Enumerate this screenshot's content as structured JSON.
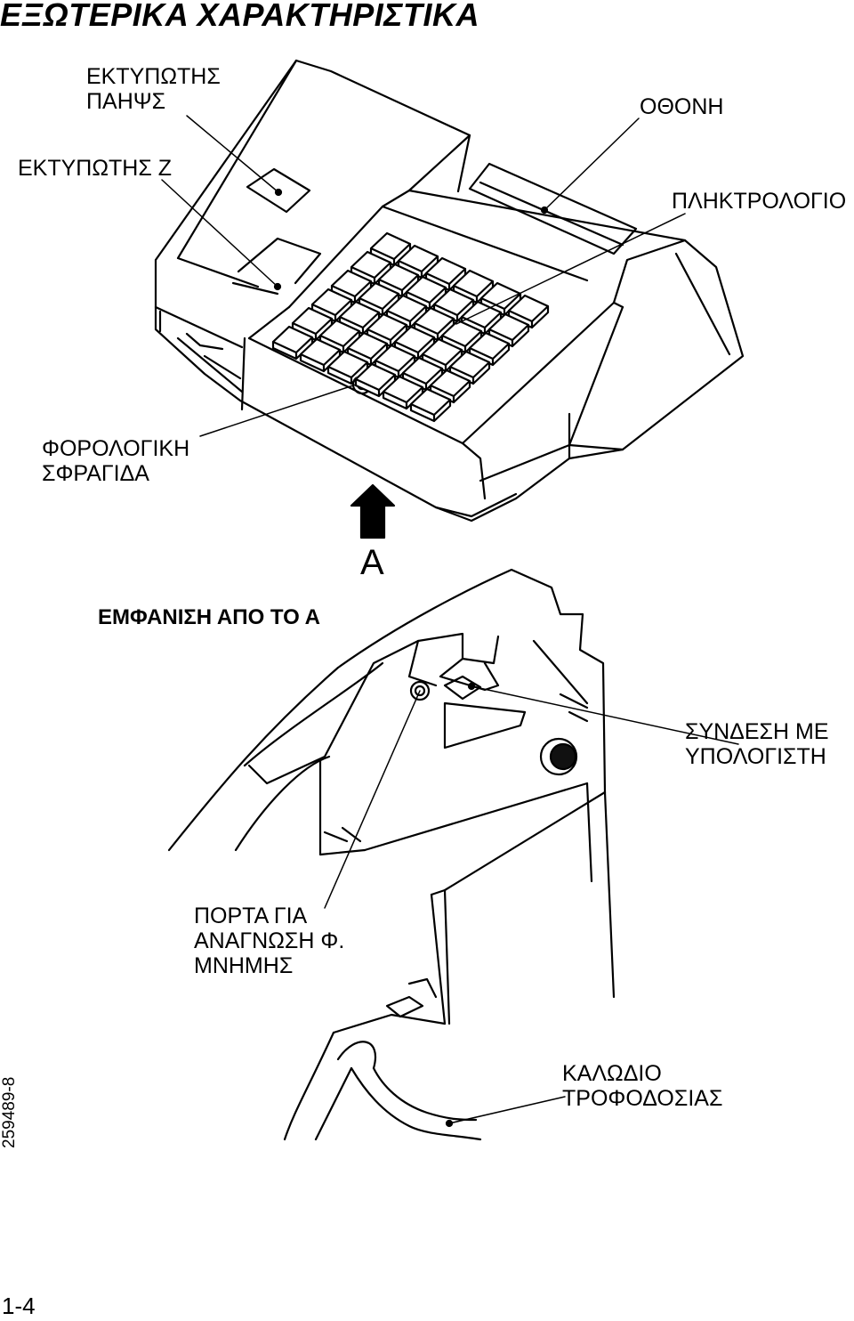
{
  "title": "ΕΞΩΤΕΡΙΚΑ ΧΑΡΑΚΤΗΡΙΣΤΙΚΑ",
  "labels": {
    "printer_receipt": [
      "ΕΚΤΥΠΩΤΗΣ",
      "ΠΑΗΨΣ"
    ],
    "printer_z": "ΕΚΤΥΠΩΤΗΣ Ζ",
    "display": "ΟΘΟΝΗ",
    "keyboard": "ΠΛΗΚΤΡΟΛΟΓΙΟ",
    "fiscal_seal": [
      "ΦΟΡΟΛΟΓΙΚΗ",
      "ΣΦΡΑΓΙΔΑ"
    ],
    "view_a": "A",
    "view_from_a": "ΕΜΦΑΝΙΣΗ ΑΠΟ ΤΟ Α",
    "pc_connection": [
      "ΣΥΝΔΕΣΗ ΜΕ",
      "ΥΠΟΛΟΓΙΣΤΗ"
    ],
    "memory_port": [
      "ΠΟΡΤΑ ΓΙΑ",
      "ΑΝΑΓΝΩΣΗ Φ.",
      "ΜΝΗΜΗΣ"
    ],
    "power_cable": [
      "ΚΑΛΩΔΙΟ",
      "ΤΡΟΦΟΔΟΣΙΑΣ"
    ]
  },
  "figure_code": "259489-8",
  "page_number": "1-4"
}
